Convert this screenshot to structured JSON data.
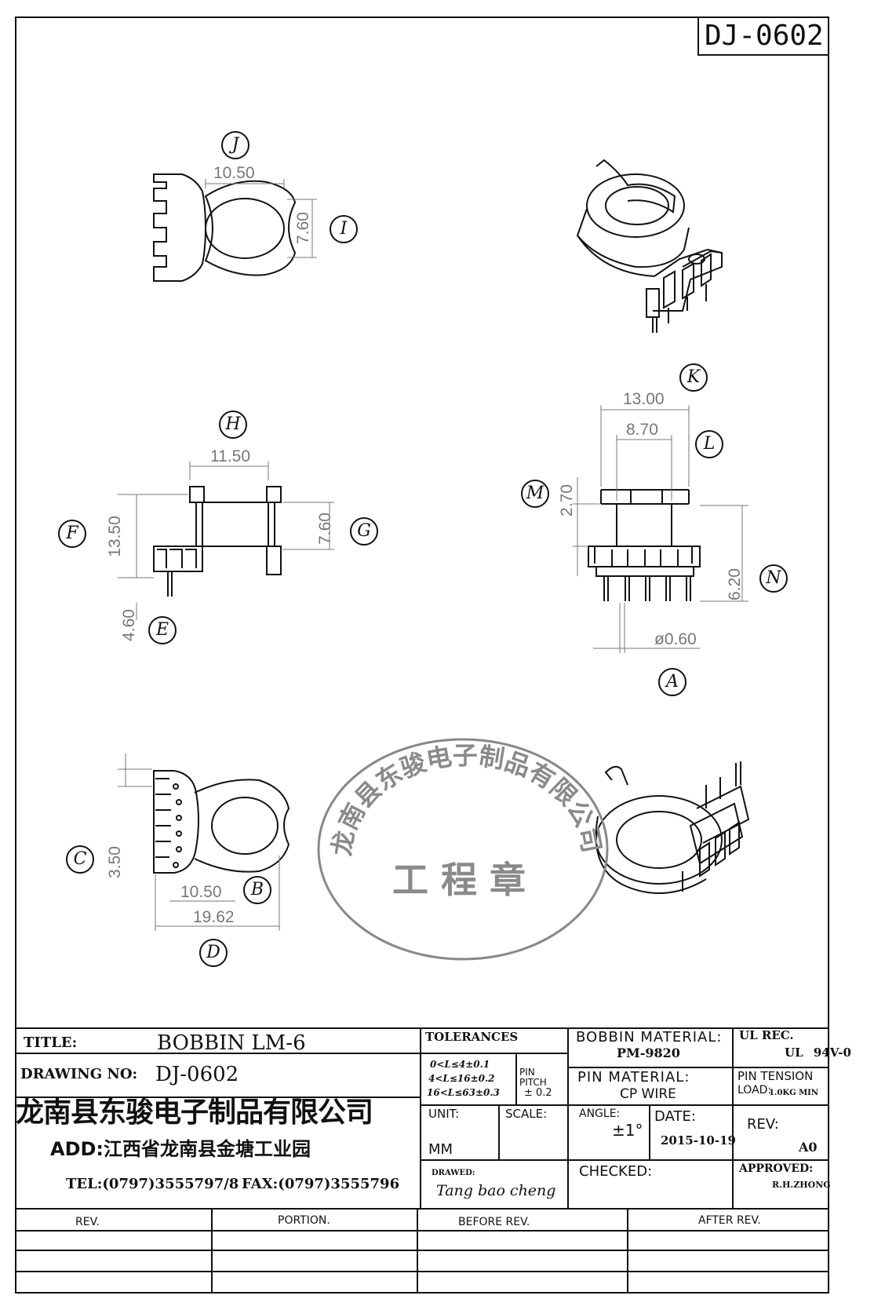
{
  "header": {
    "drawing_code": "DJ-0602"
  },
  "callouts": {
    "J": "J",
    "I": "I",
    "H": "H",
    "G": "G",
    "F": "F",
    "E": "E",
    "K": "K",
    "L": "L",
    "M": "M",
    "N": "N",
    "A": "A",
    "C": "C",
    "B": "B",
    "D": "D"
  },
  "dimensions": {
    "top_width": "10.50",
    "top_height": "7.60",
    "side_width": "11.50",
    "side_total_height": "13.50",
    "side_winding_height": "7.60",
    "side_pin_length": "4.60",
    "front_flange_width": "13.00",
    "front_core_width": "8.70",
    "front_flange_thk": "2.70",
    "front_height": "6.20",
    "pin_diameter": "ø0.60",
    "bottom_pin_pitch": "3.50",
    "bottom_core_width": "10.50",
    "bottom_total_width": "19.62"
  },
  "stamp": {
    "company_arc": "龙南县东骏电子制品有限公司",
    "text": "工 程 章"
  },
  "title_block": {
    "title_label": "TITLE:",
    "title_value": "BOBBIN LM-6",
    "drawing_no_label": "DRAWING NO:",
    "drawing_no_value": "DJ-0602",
    "company": "龙南县东骏电子制品有限公司",
    "address": "ADD:江西省龙南县金塘工业园",
    "tel": "TEL:(0797)3555797/8",
    "fax": "FAX:(0797)3555796",
    "tolerances_label": "TOLERANCES",
    "tol_1": "0<L≤4±0.1",
    "tol_2": "4<L≤16±0.2",
    "tol_3": "16<L≤63±0.3",
    "pin_pitch_label_1": "PIN",
    "pin_pitch_label_2": "PITCH",
    "pin_pitch_value": "± 0.2",
    "bobbin_material_label": "BOBBIN MATERIAL:",
    "bobbin_material_value": "PM-9820",
    "pin_material_label": "PIN MATERIAL:",
    "pin_material_value": "CP WIRE",
    "ul_label": "UL REC.",
    "ul_value": "UL 94V-0",
    "pin_tension_label": "PIN TENSION",
    "pin_tension_load": "LOAD:",
    "pin_tension_value": "1.0KG MIN",
    "unit_label": "UNIT:",
    "unit_value": "MM",
    "scale_label": "SCALE:",
    "angle_label": "ANGLE:",
    "angle_value": "±1°",
    "date_label": "DATE:",
    "date_value": "2015-10-19",
    "rev_label": "REV:",
    "rev_value": "A0",
    "drawn_label": "DRAWED:",
    "drawn_value": "Tang bao cheng",
    "checked_label": "CHECKED:",
    "approved_label": "APPROVED:",
    "approved_value": "R.H.ZHONG"
  },
  "revision_table": {
    "headers": [
      "REV.",
      "PORTION.",
      "BEFORE REV.",
      "AFTER REV."
    ]
  }
}
